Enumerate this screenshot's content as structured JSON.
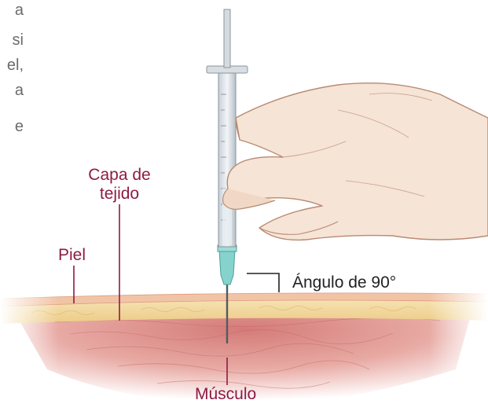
{
  "page": {
    "background": "#ffffff",
    "left_text_fragments": [
      "a",
      "si",
      "el,",
      "a",
      "e"
    ]
  },
  "diagram": {
    "labels": {
      "capa_line1": "Capa de",
      "capa_line2": "tejido",
      "piel": "Piel",
      "angulo": "Ángulo de 90°",
      "musculo": "Músculo"
    },
    "colors": {
      "label": "#8e1b45",
      "angle_label": "#222222",
      "muscle": "#d98a86",
      "fat": "#f2d79c",
      "skin": "#f3c7a8",
      "syringe_hub": "#7fcfc9"
    }
  }
}
